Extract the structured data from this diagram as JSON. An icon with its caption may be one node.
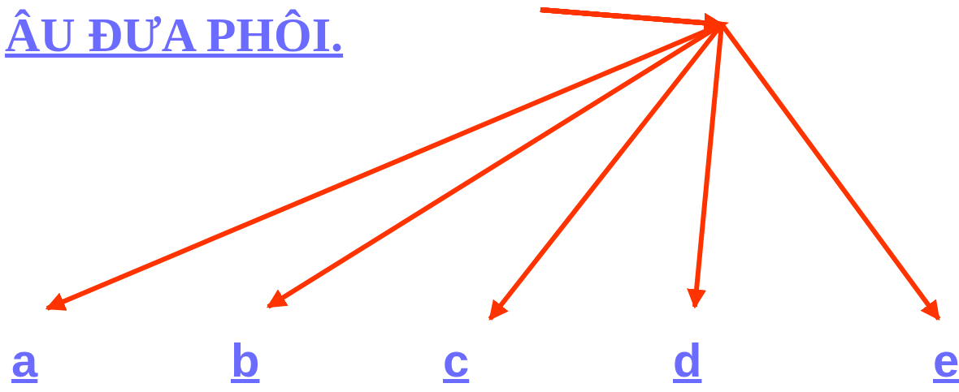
{
  "diagram": {
    "title": "ÂU ĐƯA PHÔI.",
    "nodes": [
      {
        "text": [
          "a"
        ]
      },
      {
        "text": [
          "b"
        ]
      },
      {
        "text": [
          "c"
        ]
      },
      {
        "text": [
          "d"
        ]
      },
      {
        "text": [
          "e"
        ]
      }
    ],
    "edges": [
      {
        "from": null,
        "to": 0,
        "arrow": "to"
      },
      {
        "from": null,
        "to": 1,
        "arrow": "to"
      },
      {
        "from": null,
        "to": 2,
        "arrow": "to"
      },
      {
        "from": null,
        "to": 3,
        "arrow": "to"
      },
      {
        "from": null,
        "to": 4,
        "arrow": "to"
      }
    ]
  }
}
